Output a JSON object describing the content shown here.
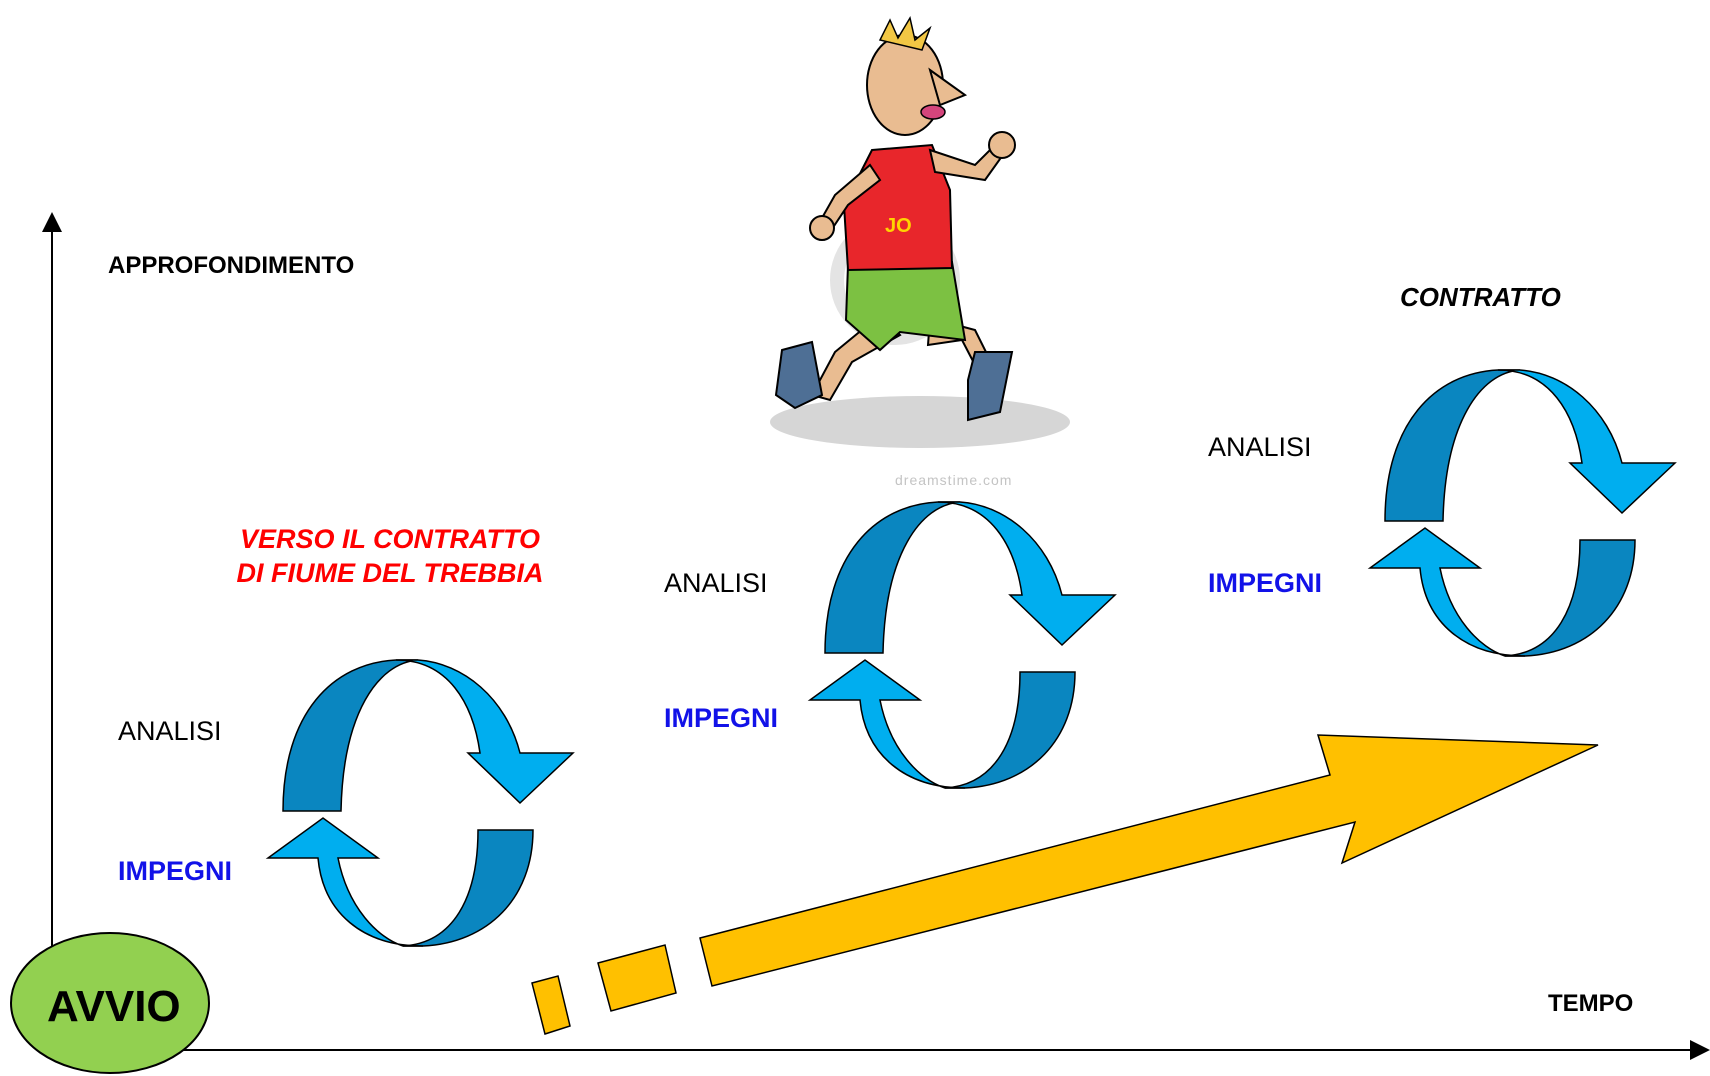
{
  "axes": {
    "y_label": "APPROFONDIMENTO",
    "x_label": "TEMPO"
  },
  "title": {
    "line1": "VERSO IL CONTRATTO",
    "line2": "DI FIUME DEL TREBBIA"
  },
  "cycles": [
    {
      "top_label": "ANALISI",
      "bottom_label": "IMPEGNI"
    },
    {
      "top_label": "ANALISI",
      "bottom_label": "IMPEGNI"
    },
    {
      "top_label": "ANALISI",
      "bottom_label": "IMPEGNI"
    }
  ],
  "goal_label": "CONTRATTO",
  "start_label": "AVVIO",
  "watermark_text": "dreamstime.com",
  "icons": {
    "runner": "runner-cartoon-icon",
    "cycle": "cycle-arrows-icon",
    "progress": "progress-arrow-icon"
  },
  "colors": {
    "arrow_light": "#00aeef",
    "arrow_dark": "#0a86c0",
    "progress": "#ffc000",
    "start_oval": "#92d050",
    "impegni_text": "#1212e8",
    "title_text": "#ff0000"
  }
}
